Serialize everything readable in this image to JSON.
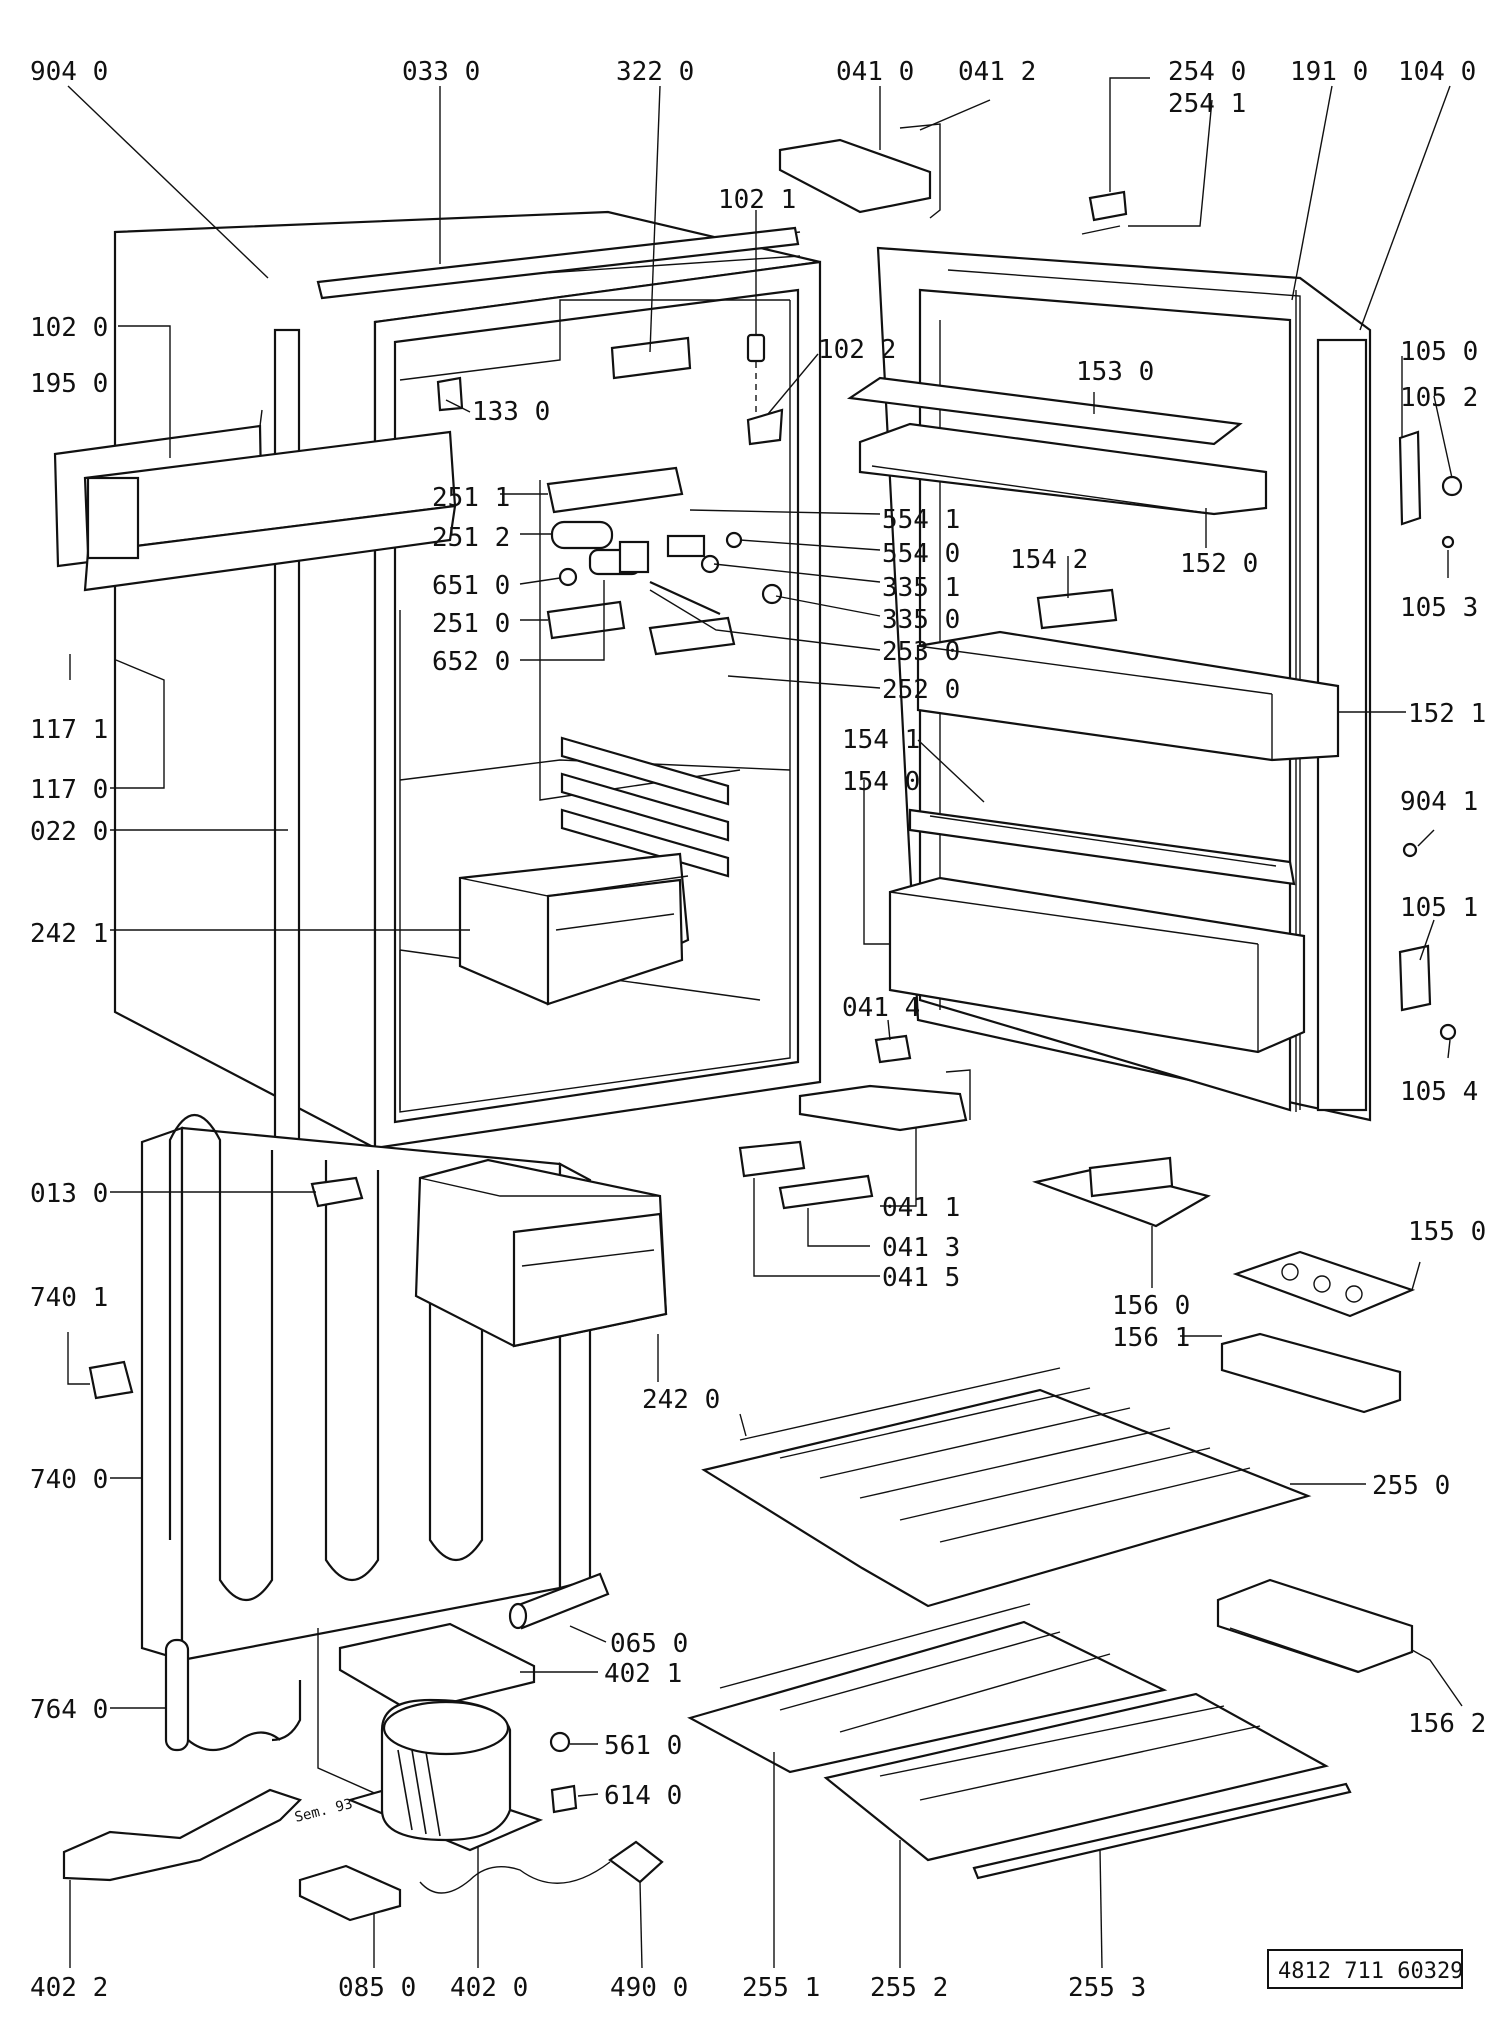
{
  "diagram": {
    "labels": {
      "p9040": "904 0",
      "p0330": "033 0",
      "p3220": "322 0",
      "p0410": "041 0",
      "p0412": "041 2",
      "p2540": "254 0",
      "p2541": "254 1",
      "p1910": "191 0",
      "p1040": "104 0",
      "p1021": "102 1",
      "p1020": "102 0",
      "p1950": "195 0",
      "p1022": "102 2",
      "p1330": "133 0",
      "p1530": "153 0",
      "p1050": "105 0",
      "p1052": "105 2",
      "p2511": "251 1",
      "p5541": "554 1",
      "p2512": "251 2",
      "p5540": "554 0",
      "p6510": "651 0",
      "p3351": "335 1",
      "p1542": "154 2",
      "p1520": "152 0",
      "p1053": "105 3",
      "p2510": "251 0",
      "p3350": "335 0",
      "p6520": "652 0",
      "p2530": "253 0",
      "p2520": "252 0",
      "p1171": "117 1",
      "p1521": "152 1",
      "p1541": "154 1",
      "p1540": "154 0",
      "p1170": "117 0",
      "p0220": "022 0",
      "p9041": "904 1",
      "p2421": "242 1",
      "p1051": "105 1",
      "p0414": "041 4",
      "p1054": "105 4",
      "p0411": "041 1",
      "p0130": "013 0",
      "p0413": "041 3",
      "p1550": "155 0",
      "p0415": "041 5",
      "p7401": "740 1",
      "p1560": "156 0",
      "p1561": "156 1",
      "p2420": "242 0",
      "p7400": "740 0",
      "p2550": "255 0",
      "p0650": "065 0",
      "p4021": "402 1",
      "p7640": "764 0",
      "p5610": "561 0",
      "p1562": "156 2",
      "p6140": "614 0",
      "p4022": "402 2",
      "p0850": "085 0",
      "p4020": "402 0",
      "p4900": "490 0",
      "p2551": "255 1",
      "p2552": "255 2",
      "p2553": "255 3"
    },
    "stamp": "Sem. 93",
    "document_number": "4812 711 60329"
  }
}
